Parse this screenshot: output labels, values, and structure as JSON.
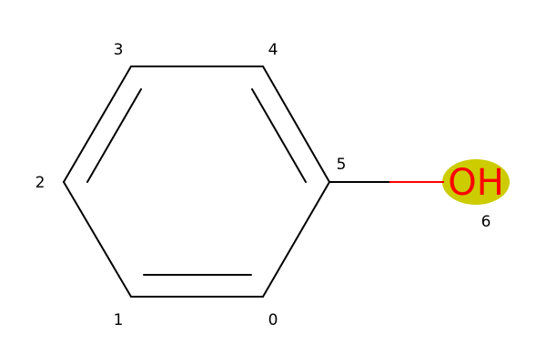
{
  "molecule": {
    "atom_indices": [
      "0",
      "1",
      "2",
      "3",
      "4",
      "5",
      "6"
    ],
    "hydroxyl_label": "OH",
    "colors": {
      "background": "#ffffff",
      "bond": "#000000",
      "oxygen": "#ff0000",
      "highlight": "#cccc00"
    }
  }
}
